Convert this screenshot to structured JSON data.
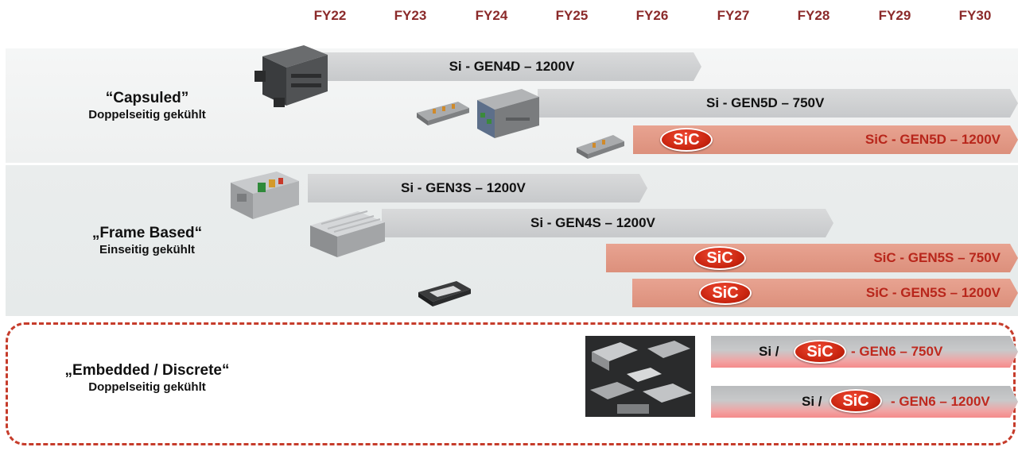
{
  "timeline": {
    "years": [
      "FY22",
      "FY23",
      "FY24",
      "FY25",
      "FY26",
      "FY27",
      "FY28",
      "FY29",
      "FY30"
    ]
  },
  "groups": {
    "capsuled": {
      "title": "“Capsuled”",
      "subtitle": "Doppelseitig gekühlt"
    },
    "frame": {
      "title": "„Frame Based“",
      "subtitle": "Einseitig gekühlt"
    },
    "embedded": {
      "title": "„Embedded / Discrete“",
      "subtitle": "Doppelseitig gekühlt"
    }
  },
  "bars": {
    "gen4d": {
      "label": "Si - GEN4D – 1200V"
    },
    "gen5d": {
      "label": "Si - GEN5D – 750V"
    },
    "sic_gen5d": {
      "badge": "SiC",
      "label": "SiC - GEN5D – 1200V"
    },
    "gen3s": {
      "label": "Si - GEN3S – 1200V"
    },
    "gen4s": {
      "label": "Si - GEN4S – 1200V"
    },
    "sic_gen5s_750": {
      "badge": "SiC",
      "label": "SiC - GEN5S – 750V"
    },
    "sic_gen5s_1200": {
      "badge": "SiC",
      "label": "SiC - GEN5S –  1200V"
    },
    "gen6_750": {
      "prefix": "Si /",
      "badge": "SiC",
      "label": "- GEN6 – 750V"
    },
    "gen6_1200": {
      "prefix": "Si /",
      "badge": "SiC",
      "label": "- GEN6 – 1200V"
    }
  },
  "colors": {
    "year_text": "#8b2a2a",
    "si_bar": "#c9cbcd",
    "sic_bar": "#e19a86",
    "sic_badge": "#d02a14",
    "sic_text": "#b8261b",
    "dashed_border": "#c63c2b"
  },
  "icons": {
    "capsuled_module": "power-module-block-image",
    "capsuled_chip": "capsuled-chip-image",
    "frame_inverter": "inverter-module-image",
    "frame_module": "frame-module-image",
    "frame_pcb": "frame-pcb-image",
    "embedded_photo": "embedded-modules-photo"
  }
}
